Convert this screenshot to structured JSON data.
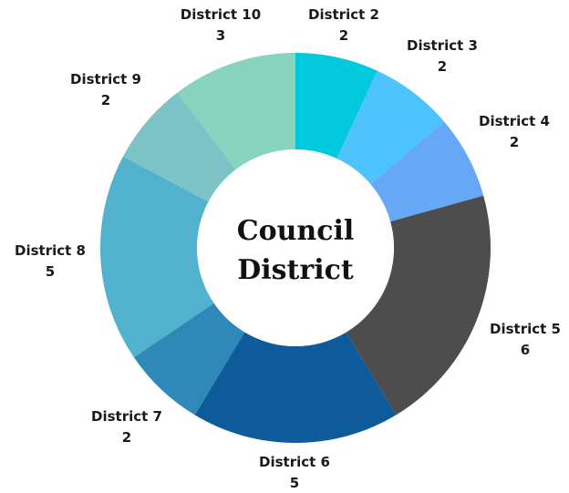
{
  "chart_data": {
    "type": "pie",
    "donut": true,
    "title": "Council District",
    "title_lines": [
      "Council",
      "District"
    ],
    "categories": [
      "District 2",
      "District 3",
      "District 4",
      "District 5",
      "District 6",
      "District 7",
      "District 8",
      "District 9",
      "District 10"
    ],
    "values": [
      2,
      2,
      2,
      6,
      5,
      2,
      5,
      2,
      3
    ],
    "colors": [
      "#00c9de",
      "#4dc3fb",
      "#65a8f5",
      "#4d4d4d",
      "#0d5b9a",
      "#2e89b9",
      "#52b2cd",
      "#7cc2c6",
      "#88d3bd"
    ],
    "legend": "none"
  }
}
